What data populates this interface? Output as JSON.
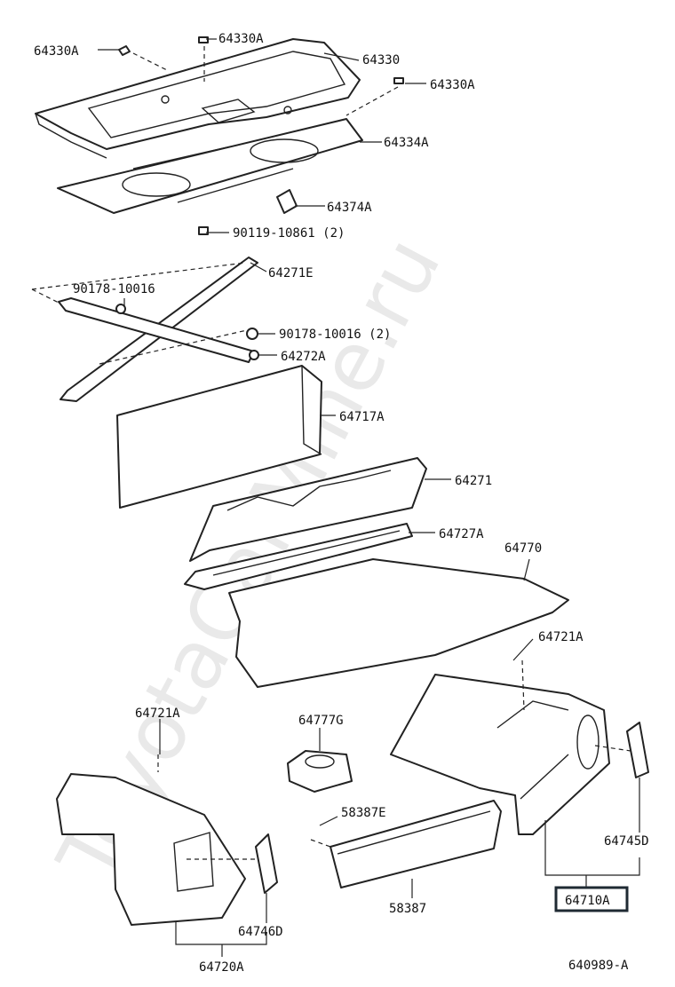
{
  "watermark": "ToyotaCarMine.ru",
  "diagram_code": "640989-A",
  "labels": {
    "l64330A_1": "64330A",
    "l64330A_2": "64330A",
    "l64330": "64330",
    "l64330A_3": "64330A",
    "l64334A": "64334A",
    "l64374A": "64374A",
    "l90119": "90119-10861 (2)",
    "l64271E": "64271E",
    "l90178_1": "90178-10016",
    "l90178_2": "90178-10016 (2)",
    "l64272A": "64272A",
    "l64717A": "64717A",
    "l64271": "64271",
    "l64727A": "64727A",
    "l64770": "64770",
    "l64721A_r": "64721A",
    "l64721A_l": "64721A",
    "l64777G": "64777G",
    "l58387E": "58387E",
    "l58387": "58387",
    "l64745D": "64745D",
    "l64710A": "64710A",
    "l64746D": "64746D",
    "l64720A": "64720A"
  }
}
